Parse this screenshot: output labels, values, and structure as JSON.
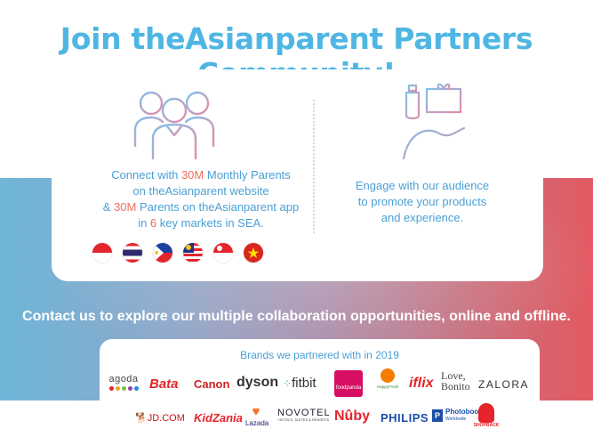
{
  "title": "Join theAsianparent Partners Community!",
  "left": {
    "l1a": "Connect with ",
    "l1b": "30M",
    "l1c": " Monthly Parents",
    "l2": "on theAsianparent website",
    "l3a": "& ",
    "l3b": "30M",
    "l3c": " Parents on theAsianparent app",
    "l4a": "in ",
    "l4b": "6",
    "l4c": " key markets in SEA."
  },
  "right": {
    "l1": "Engage with our audience",
    "l2": "to promote your products",
    "l3": "and experience."
  },
  "contact": "Contact us to explore our multiple collaboration opportunities, online and offline.",
  "brands_title": "Brands we partnered with in 2019",
  "brands": {
    "agoda": "agoda",
    "bata": "Bata",
    "canon": "Canon",
    "dyson": "dyson",
    "fitbit": "fitbit",
    "foodpanda": "foodpanda",
    "happyfresh": "HappyFresh",
    "iflix": "iflix",
    "love_bonito_1": "Love,",
    "love_bonito_2": "Bonito",
    "zalora": "ZALORA",
    "jd": "JD.COM",
    "kidzania": "KidZania",
    "lazada": "Lazada",
    "novotel": "NOVOTEL",
    "novotel_sub": "HOTELS, SUITES & RESORTS",
    "nuby": "Nûby",
    "philips": "PHILIPS",
    "photobook_1": "Photobook",
    "photobook_2": "Worldwide",
    "shopback": "SHOPBACK"
  },
  "colors": {
    "accent_blue": "#4fb6e3",
    "text_blue": "#4aa0d6",
    "highlight": "#ef6b5a"
  }
}
